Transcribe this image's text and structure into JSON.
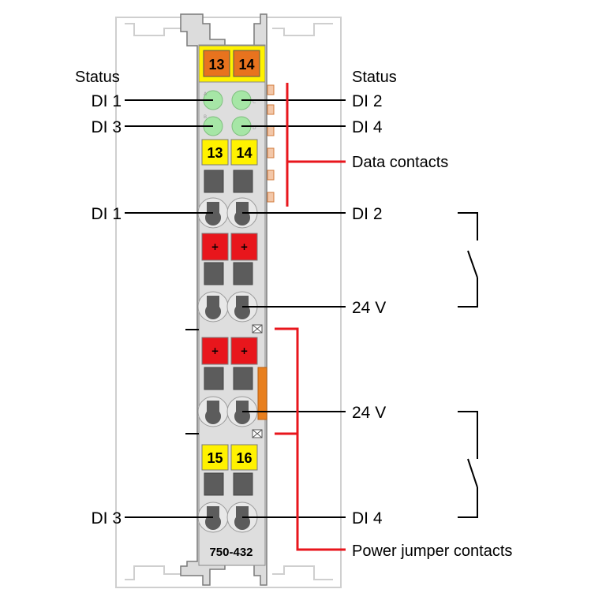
{
  "colors": {
    "module_body": "#d9d9d9",
    "orange_terminal": "#e8731e",
    "yellow_terminal": "#fff200",
    "red_terminal": "#e8161c",
    "led_green": "#a6e6a6",
    "dark_slot": "#5c5c5c",
    "callout_red": "#e8161c",
    "power_contact": "#e87f1e"
  },
  "module": {
    "model": "750-432",
    "top_terminals": [
      "13",
      "14"
    ],
    "upper_terminals": [
      "13",
      "14"
    ],
    "lower_terminals": [
      "15",
      "16"
    ],
    "plus_sign": "+",
    "led_letters": [
      "A",
      "C",
      "B",
      "D"
    ]
  },
  "labels": {
    "status_left": "Status",
    "status_right": "Status",
    "led_di1": "DI 1",
    "led_di2": "DI 2",
    "led_di3": "DI 3",
    "led_di4": "DI 4",
    "term_di1": "DI 1",
    "term_di2": "DI 2",
    "term_24v_upper": "24 V",
    "term_24v_lower": "24 V",
    "term_di3": "DI 3",
    "term_di4": "DI 4",
    "data_contacts": "Data contacts",
    "power_jumper_contacts": "Power jumper contacts"
  }
}
